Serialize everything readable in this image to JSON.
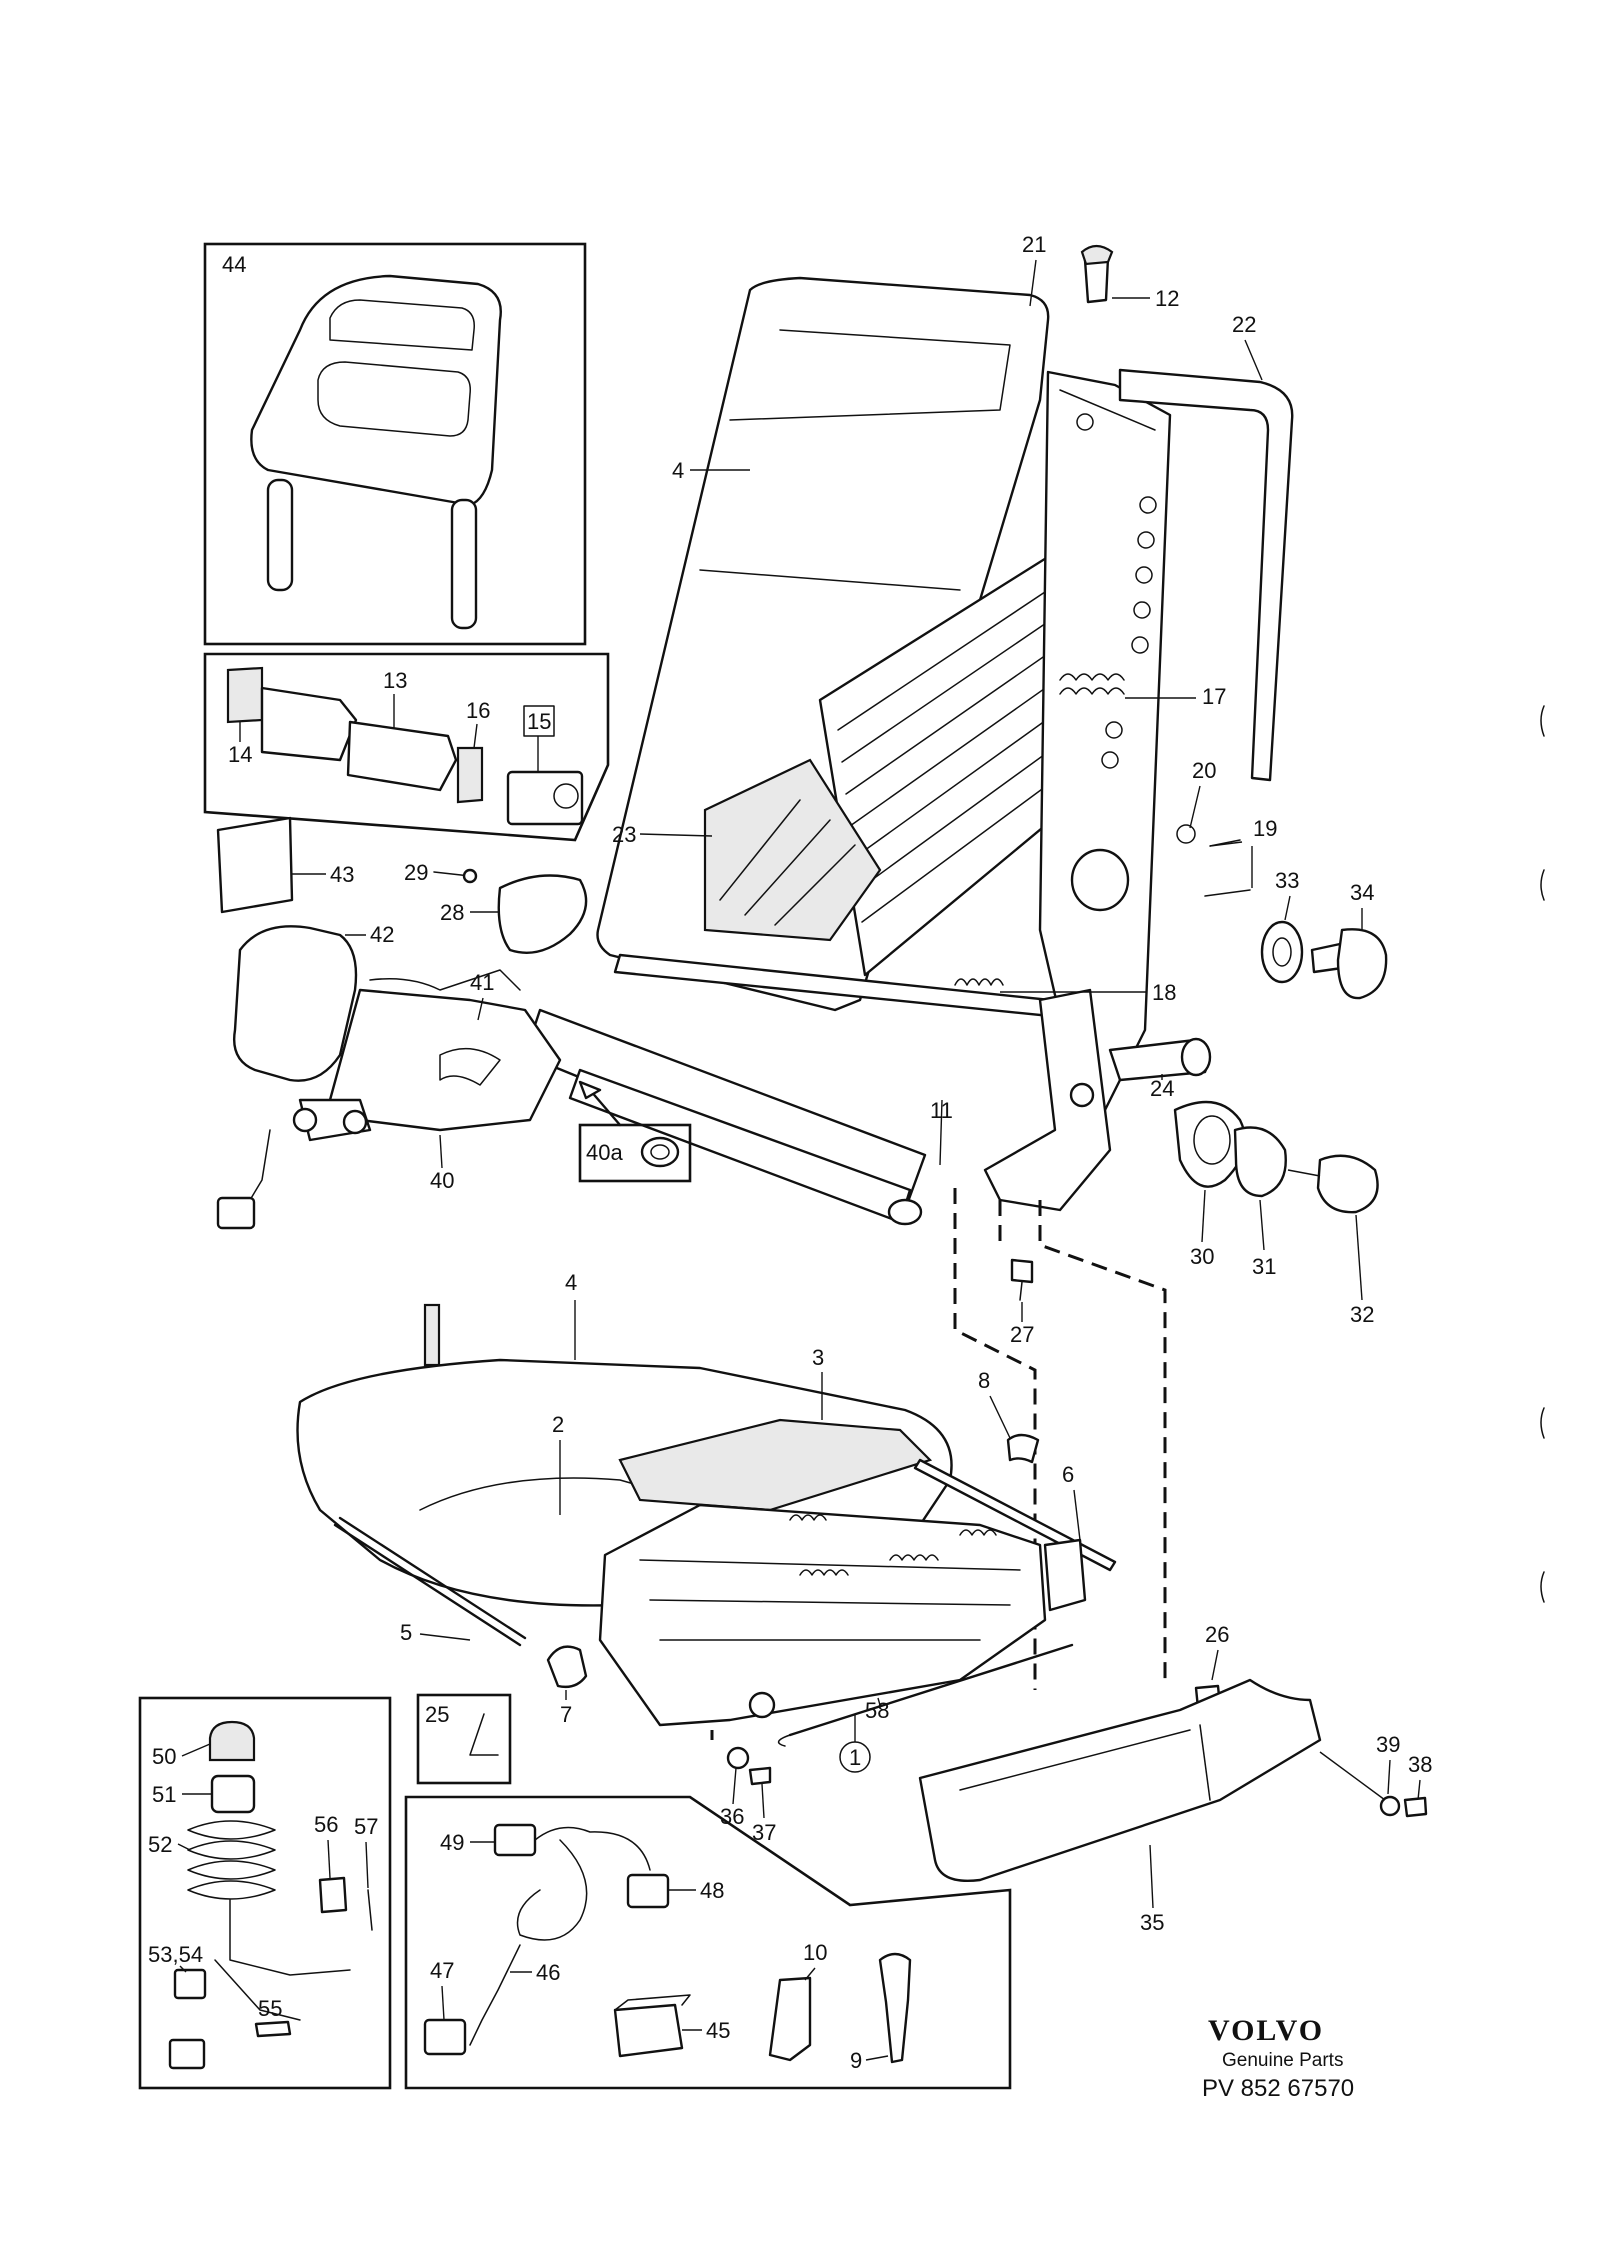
{
  "callouts": {
    "c44": "44",
    "c21": "21",
    "c12": "12",
    "c22": "22",
    "c4a": "4",
    "c13": "13",
    "c16": "16",
    "c15": "15",
    "c14": "14",
    "c17": "17",
    "c20": "20",
    "c19": "19",
    "c33": "33",
    "c34": "34",
    "c23": "23",
    "c43": "43",
    "c29": "29",
    "c28": "28",
    "c42": "42",
    "c41": "41",
    "c18": "18",
    "c24": "24",
    "c11": "11",
    "c40": "40",
    "c40a": "40a",
    "c30": "30",
    "c31": "31",
    "c32": "32",
    "c27": "27",
    "c4b": "4",
    "c3": "3",
    "c8": "8",
    "c2": "2",
    "c6": "6",
    "c5": "5",
    "c26": "26",
    "c7": "7",
    "c25": "25",
    "c58": "58",
    "c1": "1",
    "c39": "39",
    "c38": "38",
    "c36": "36",
    "c37": "37",
    "c35": "35",
    "c50": "50",
    "c51": "51",
    "c52": "52",
    "c56": "56",
    "c57": "57",
    "c5354": "53,54",
    "c55": "55",
    "c49": "49",
    "c48": "48",
    "c47": "47",
    "c46": "46",
    "c10": "10",
    "c45": "45",
    "c9": "9"
  },
  "footer": {
    "brand": "VOLVO",
    "subtitle": "Genuine Parts",
    "code": "PV 852 67570"
  }
}
